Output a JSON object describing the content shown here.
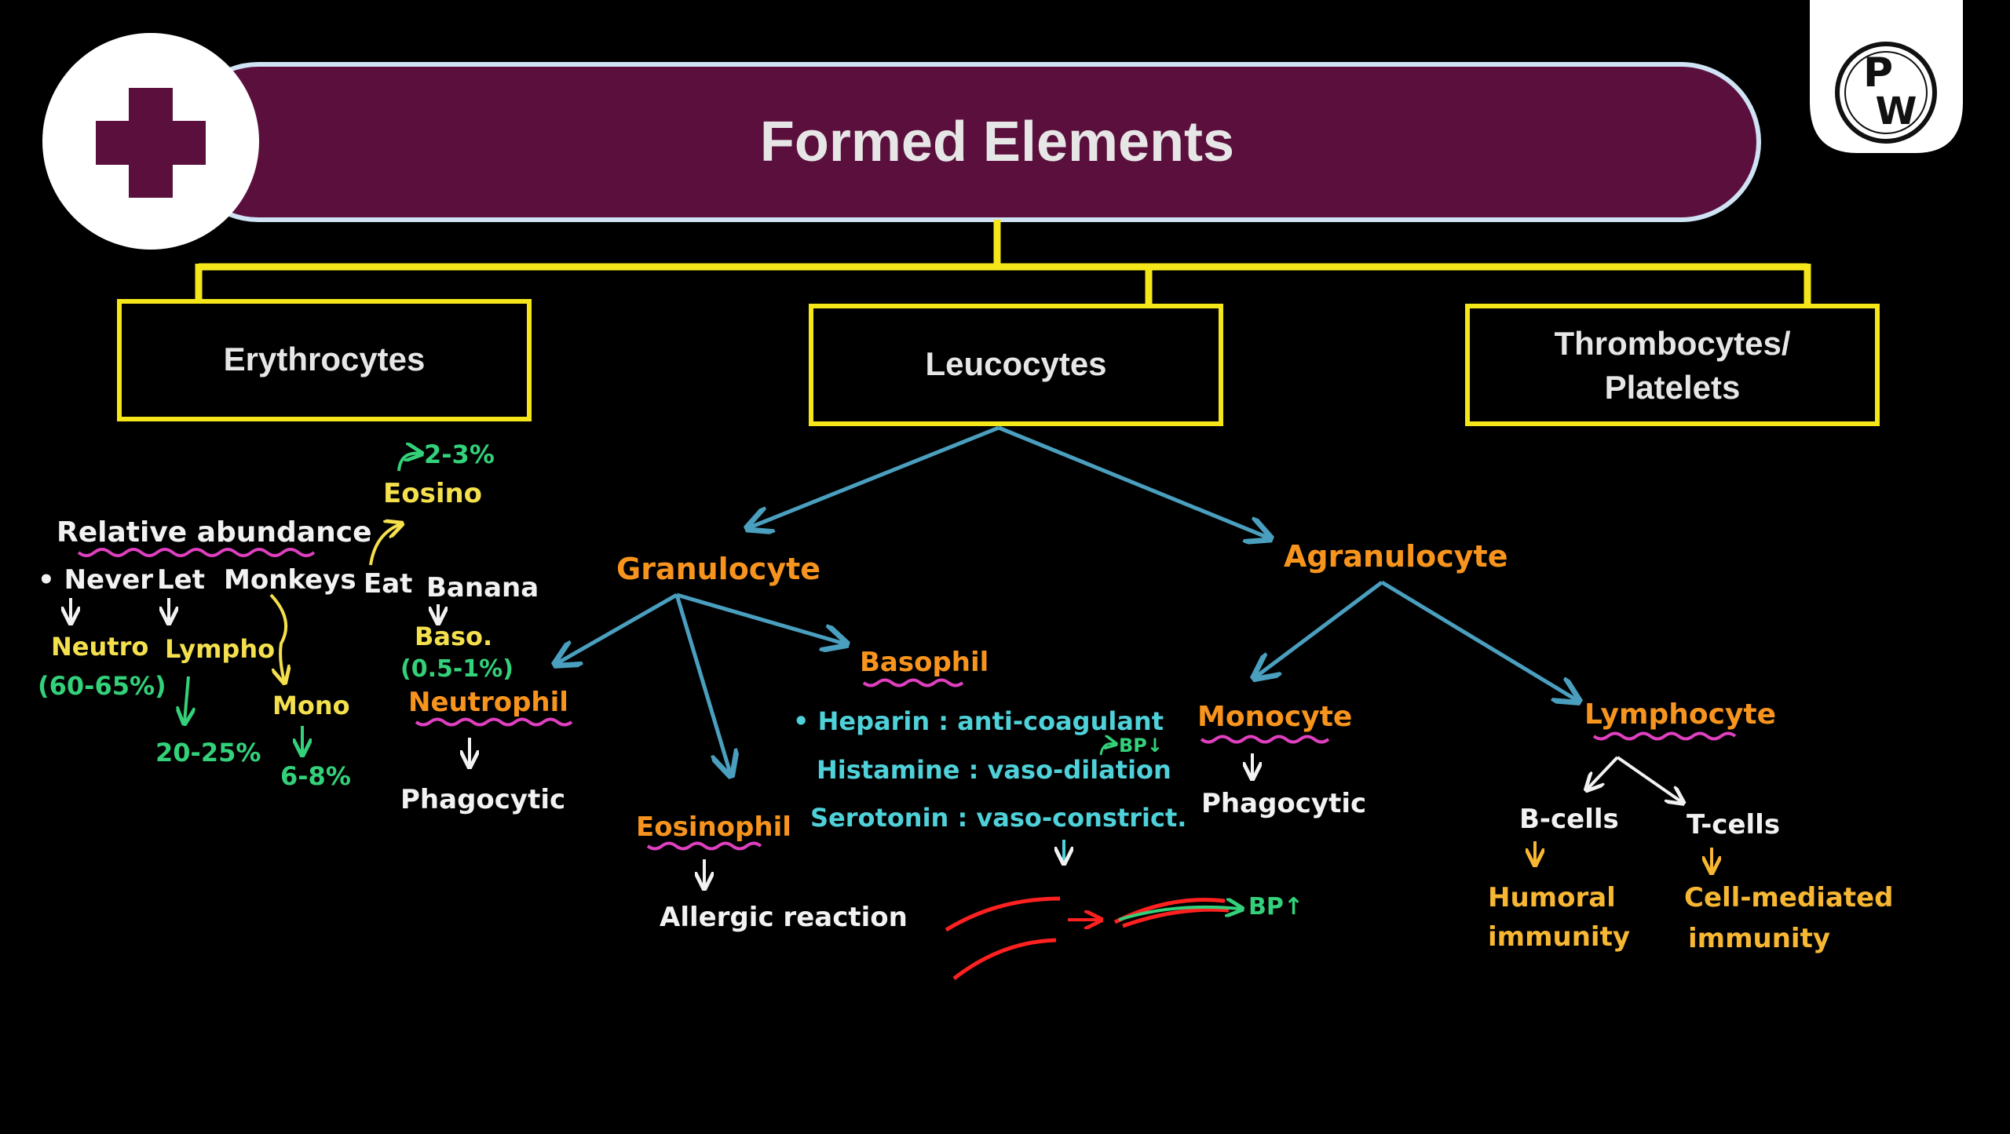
{
  "title": "Formed Elements",
  "logo": {
    "text_top": "P",
    "text_bottom": "W"
  },
  "colors": {
    "banner": "#5b0f3d",
    "banner_border": "#cfe3f5",
    "box_border": "#f5e61a",
    "connector": "#f5e61a",
    "arrow": "#4a9fbf",
    "underline": "#e040c0",
    "cross": "#5b0f3d",
    "red_line": "#ff2020",
    "green_line": "#33d17a"
  },
  "boxes": {
    "erythrocytes": "Erythrocytes",
    "leucocytes": "Leucocytes",
    "thrombocytes_line1": "Thrombocytes/",
    "thrombocytes_line2": "Platelets"
  },
  "notes": {
    "relative_abundance": "Relative abundance",
    "mnemonic_never": "• Never",
    "mnemonic_let": "Let",
    "mnemonic_monkeys": "Monkeys",
    "mnemonic_eat": "Eat",
    "mnemonic_banana": "Banana",
    "neutro": "Neutro",
    "neutro_pct": "(60-65%)",
    "lympho": "Lympho",
    "lympho_pct": "20-25%",
    "mono": "Mono",
    "mono_pct": "6-8%",
    "eosino": "Eosino",
    "eosino_pct": "2-3%",
    "baso": "Baso.",
    "baso_pct": "(0.5-1%)"
  },
  "granulocyte": {
    "label": "Granulocyte",
    "neutrophil": "Neutrophil",
    "neutrophil_fn": "Phagocytic",
    "eosinophil": "Eosinophil",
    "eosinophil_fn": "Allergic reaction",
    "basophil": "Basophil",
    "heparin": "• Heparin : anti-coagulant",
    "bp_down": "BP↓",
    "histamine": "Histamine : vaso-dilation",
    "serotonin": "Serotonin : vaso-constrict.",
    "bp_up": "BP↑"
  },
  "agranulocyte": {
    "label": "Agranulocyte",
    "monocyte": "Monocyte",
    "monocyte_fn": "Phagocytic",
    "lymphocyte": "Lymphocyte",
    "b_cells": "B-cells",
    "b_fn_line1": "Humoral",
    "b_fn_line2": "immunity",
    "t_cells": "T-cells",
    "t_fn_line1": "Cell-mediated",
    "t_fn_line2": "immunity"
  }
}
